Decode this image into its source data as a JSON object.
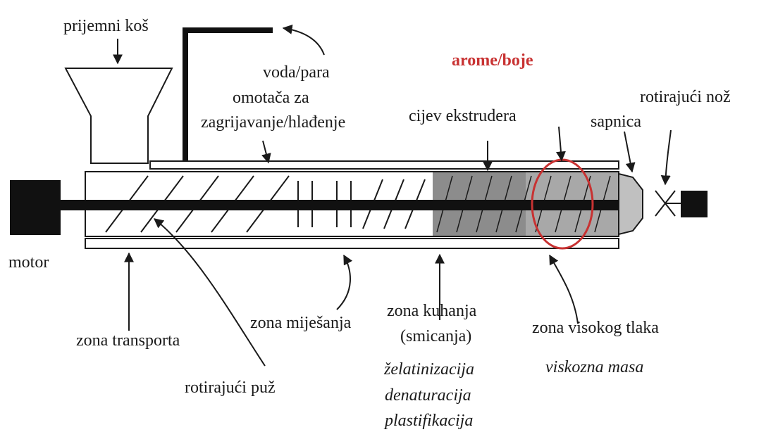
{
  "labels": {
    "hopper": "prijemni koš",
    "water_steam": "voda/para",
    "jacket_line1": "omotača za",
    "jacket_line2": "zagrijavanje/hlađenje",
    "flavors_colors": "arome/boje",
    "barrel": "cijev ekstrudera",
    "nozzle": "sapnica",
    "rotating_knife": "rotirajući nož",
    "motor": "motor",
    "transport_zone": "zona transporta",
    "rotating_screw": "rotirajući puž",
    "mixing_zone": "zona miješanja",
    "cooking_zone_line1": "zona kuhanja",
    "cooking_zone_line2": "(smicanja)",
    "high_pressure_zone": "zona visokog tlaka",
    "process_1": "želatinizacija",
    "process_2": "denaturacija",
    "process_3": "plastifikacija",
    "viscous_mass": "viskozna masa"
  },
  "colors": {
    "line": "#1a1a1a",
    "accent_red": "#c83232",
    "cooking_fill": "#8c8c8c",
    "pressure_fill": "#a8a8a8",
    "die_fill": "#c0c0c0"
  }
}
